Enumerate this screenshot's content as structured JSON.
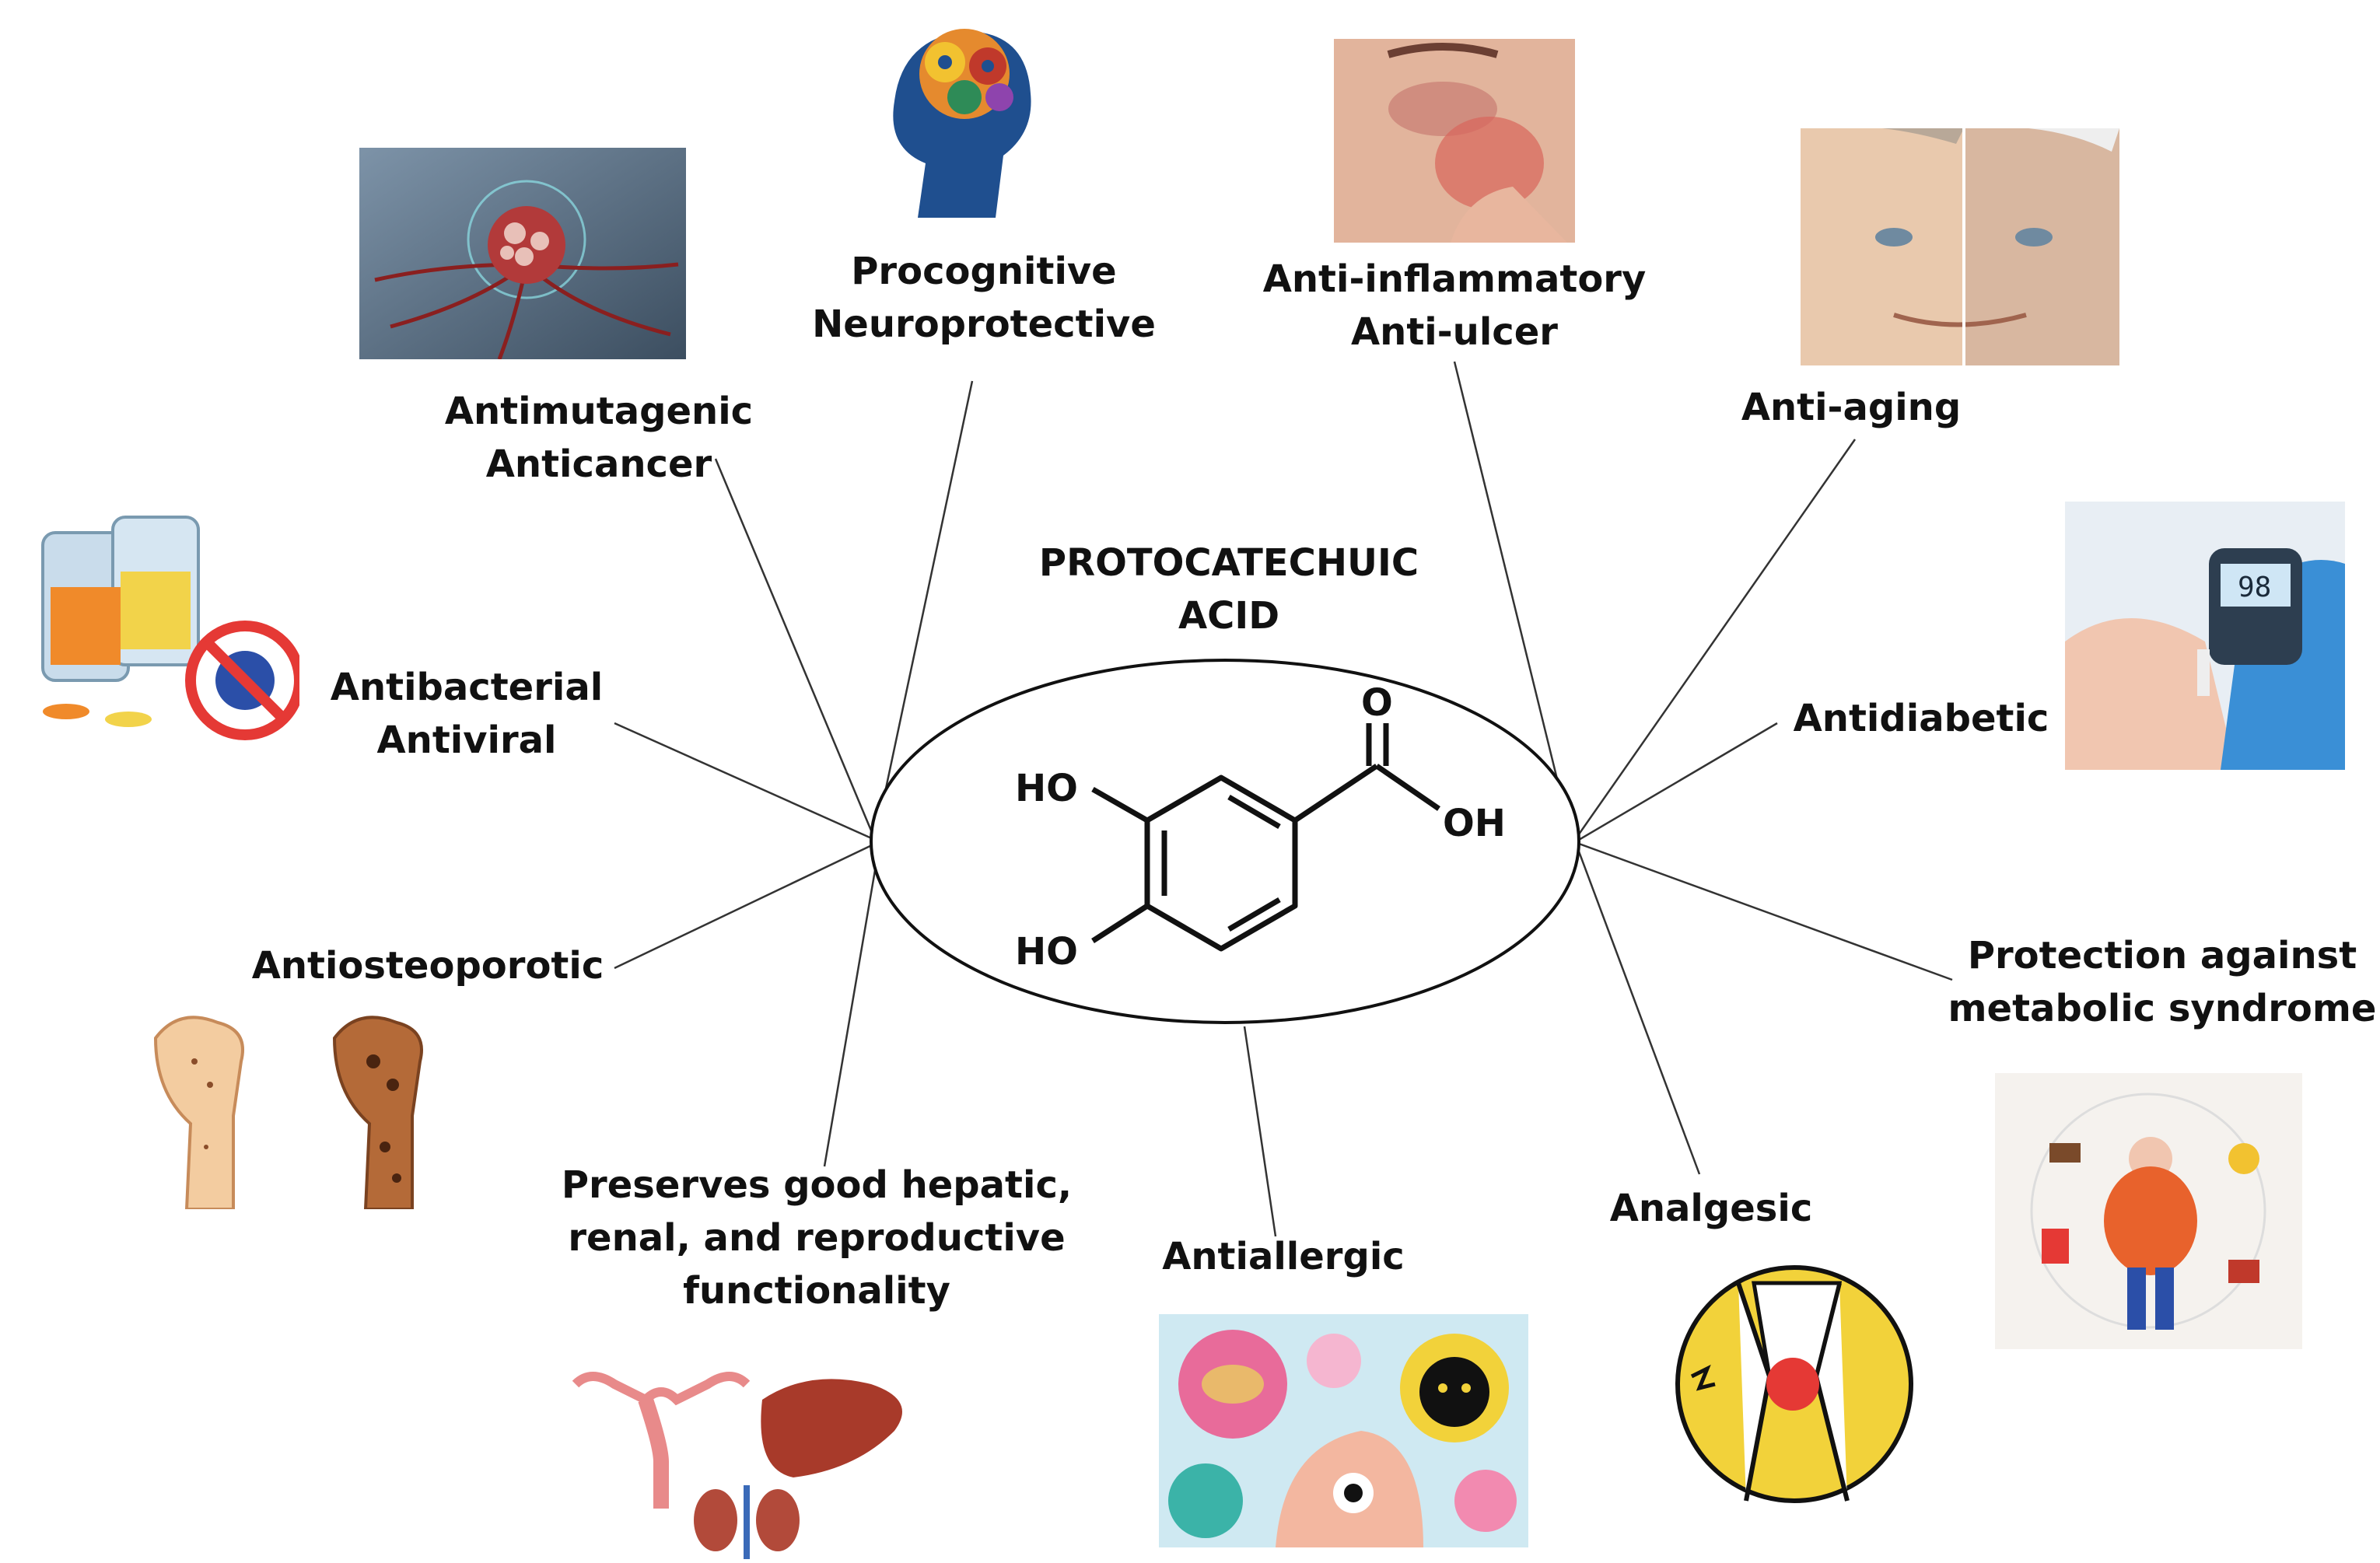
{
  "title": {
    "line1": "PROTOCATECHUIC",
    "line2": "ACID"
  },
  "molecule": {
    "oxygen": "O",
    "hydroxyl_acid": "OH",
    "hydroxyl_top": "HO",
    "hydroxyl_bottom": "HO"
  },
  "properties": {
    "antimutagenic": {
      "line1": "Antimutagenic",
      "line2": "Anticancer"
    },
    "procognitive": {
      "line1": "Procognitive",
      "line2": "Neuroprotective"
    },
    "anti_inflammatory": {
      "line1": "Anti-inflammatory",
      "line2": "Anti-ulcer"
    },
    "anti_aging": {
      "line1": "Anti-aging"
    },
    "antibacterial": {
      "line1": "Antibacterial",
      "line2": "Antiviral"
    },
    "antidiabetic": {
      "line1": "Antidiabetic"
    },
    "antiosteoporotic": {
      "line1": "Antiosteoporotic"
    },
    "metabolic": {
      "line1": "Protection against",
      "line2": "metabolic syndrome"
    },
    "hepatic": {
      "line1": "Preserves good hepatic,",
      "line2": "renal, and reproductive",
      "line3": "functionality"
    },
    "antiallergic": {
      "line1": "Antiallergic"
    },
    "analgesic": {
      "line1": "Analgesic"
    }
  },
  "glucometer": {
    "reading": "98"
  },
  "colors": {
    "text": "#111111",
    "line": "#333333",
    "flesh": "#f2c49a",
    "bone_dark": "#8a4d2a",
    "organ_red": "#c0392b"
  }
}
